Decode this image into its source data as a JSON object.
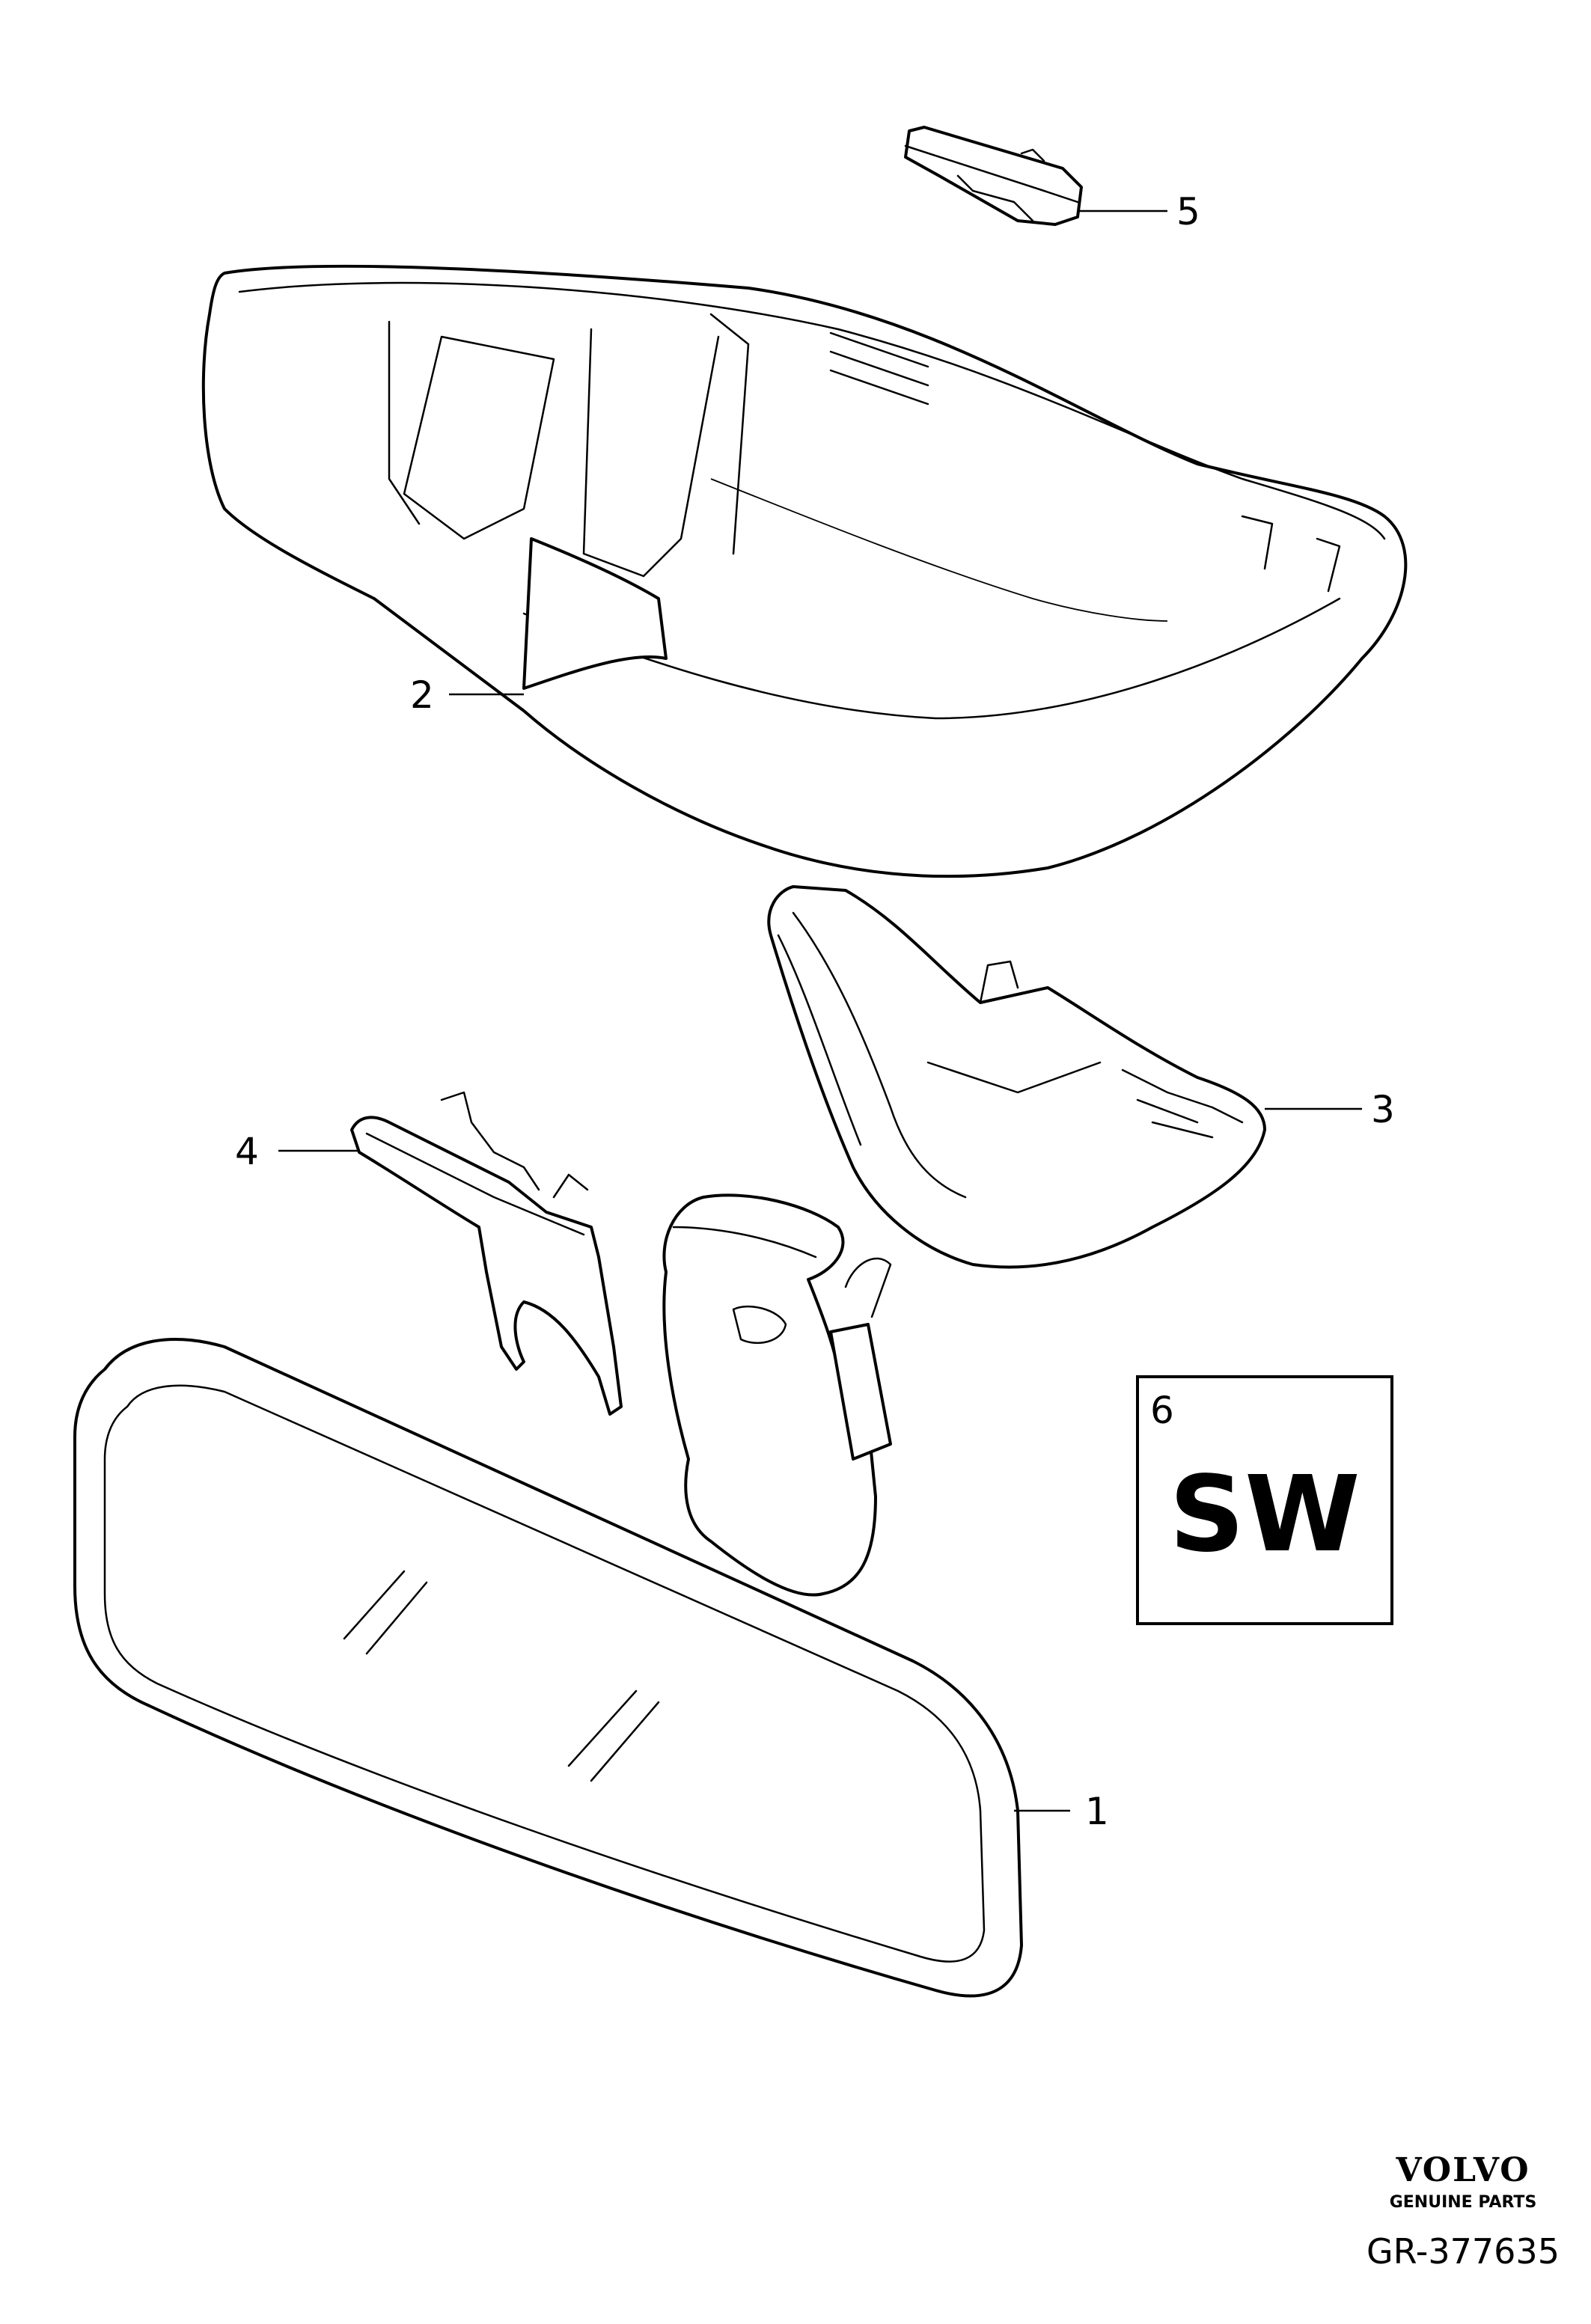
{
  "callouts": {
    "part1": "1",
    "part2": "2",
    "part3": "3",
    "part4": "4",
    "part5": "5",
    "part6": "6"
  },
  "sw_box": {
    "number": "6",
    "label": "SW"
  },
  "brand": {
    "name": "VOLVO",
    "tagline": "GENUINE PARTS"
  },
  "reference": "GR-377635"
}
